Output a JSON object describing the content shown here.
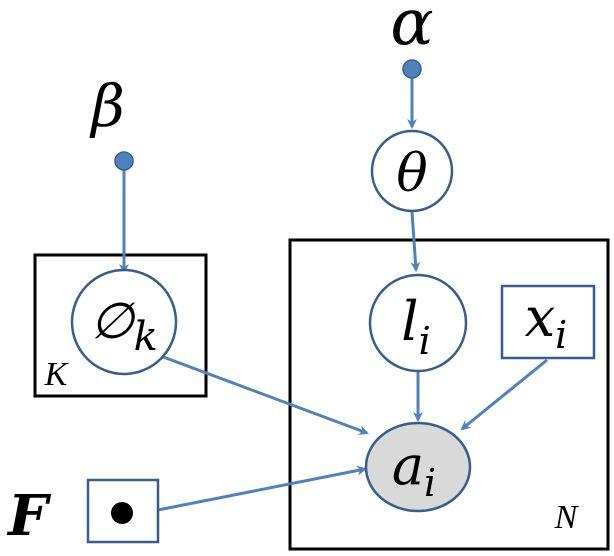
{
  "diagram": {
    "hyperparameters": {
      "alpha": "α",
      "beta": "β"
    },
    "nodes": {
      "theta": {
        "base": "θ",
        "sub": ""
      },
      "phi": {
        "base": "∅",
        "sub": "k"
      },
      "l": {
        "base": "l",
        "sub": "i"
      },
      "x": {
        "base": "x",
        "sub": "i"
      },
      "a": {
        "base": "a",
        "sub": "i",
        "observed": true
      }
    },
    "fixed_input": {
      "label": "F"
    },
    "plates": {
      "K": "K",
      "N": "N"
    },
    "colors": {
      "edge": "#4F81BD",
      "node_stroke": "#385D8A",
      "observed_fill": "#D9D9D9",
      "plate_stroke": "#000000"
    }
  }
}
